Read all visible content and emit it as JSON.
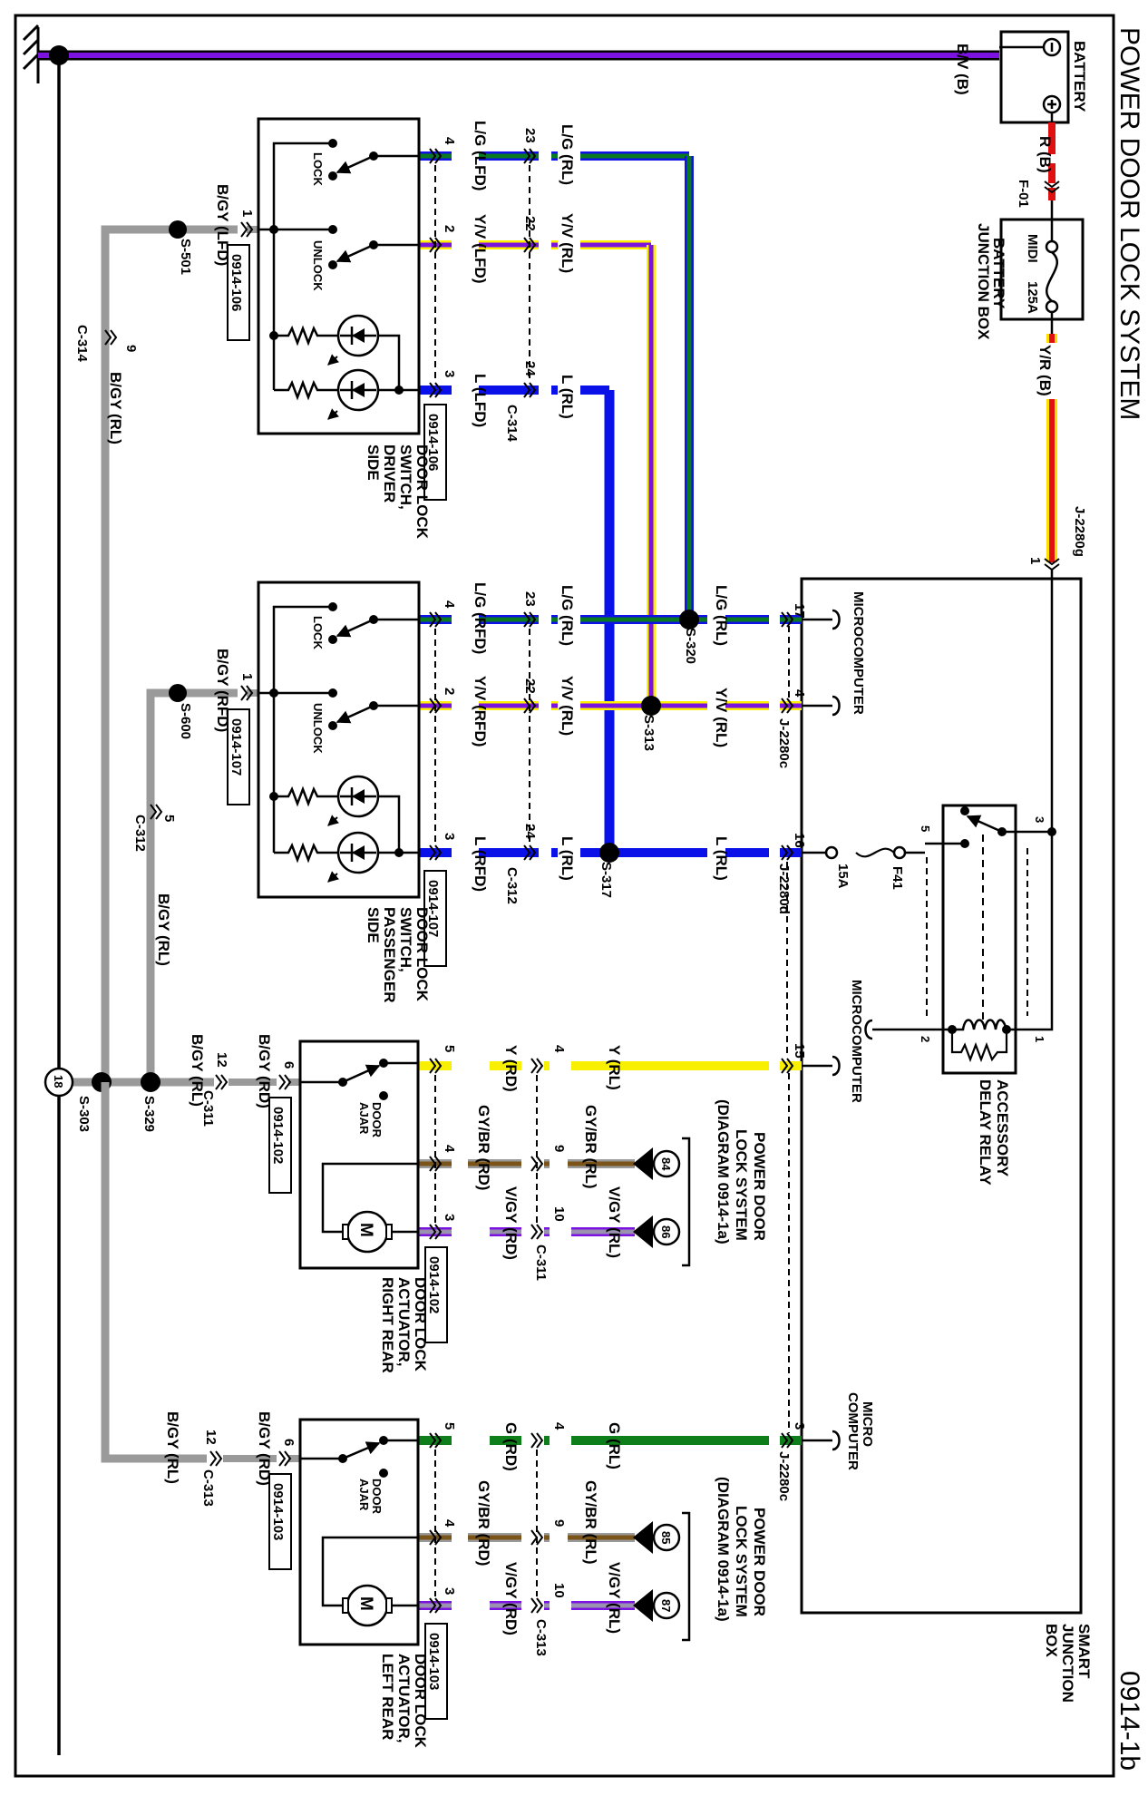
{
  "title": "POWER DOOR LOCK SYSTEM",
  "diagram_id": "0914-1b",
  "colors": {
    "B/V": "#7a12e0",
    "R": "#e01010",
    "Y/R_outer": "#ffe000",
    "L/G_outer": "#1010e8",
    "L/G_inner": "#0a7a20",
    "Y/V_outer": "#fff000",
    "Y/V_inner": "#7a12e0",
    "L": "#0a10e8",
    "Y": "#f8f000",
    "G": "#0e7e1a",
    "GY/BR_outer": "#9a9a9a",
    "GY/BR_inner": "#7a5418",
    "V/GY_outer": "#7a12e0",
    "V/GY_inner": "#9a90b0",
    "B/GY": "#9a9a9a"
  },
  "battery": {
    "label": "BATTERY",
    "neg": "⊖",
    "pos": "⊕",
    "ground_wire": "B/V (B)",
    "pos_wire": "R (B)"
  },
  "battery_junction_box": {
    "label_1": "BATTERY",
    "label_2": "JUNCTION BOX",
    "connector": "F-01",
    "fuse_name": "MIDI",
    "fuse_rating": "125A",
    "out_wire": "Y/R (B)"
  },
  "smart_junction_box": {
    "label_1": "SMART",
    "label_2": "JUNCTION",
    "label_3": "BOX",
    "input_connector": "J-2280g",
    "input_pin": "1",
    "microcomputer_1": "MICROCOMPUTER",
    "microcomputer_2": "MICROCOMPUTER",
    "microcomputer_3a": "MICRO",
    "microcomputer_3b": "COMPUTER",
    "conn_c_1": "J-2280c",
    "conn_d": "J-2280d",
    "conn_c_2": "J-2280c",
    "pin_lg": "17",
    "pin_yv": "4",
    "pin_l": "16",
    "pin_y": "15",
    "pin_g": "3",
    "fuse_name": "F41",
    "fuse_rating": "15A",
    "relay": {
      "label_1": "ACCESSORY",
      "label_2": "DELAY RELAY",
      "pin_1": "1",
      "pin_2": "2",
      "pin_3": "3",
      "pin_5": "5"
    }
  },
  "driver_switch": {
    "label_1": "DOOR LOCK",
    "label_2": "SWITCH,",
    "label_3": "DRIVER",
    "label_4": "SIDE",
    "lock": "LOCK",
    "unlock": "UNLOCK",
    "ref_1": "0914-106",
    "ref_2": "0914-106",
    "pin_gnd": "1",
    "gnd_wire": "B/GY (LFD)",
    "splice": "S-501",
    "pin_lock": "4",
    "pin_unlock": "2",
    "pin_led": "3",
    "wire_lock_local": "L/G (LFD)",
    "wire_unlock_local": "Y/V (LFD)",
    "wire_led_local": "L (LFD)",
    "inline_connector": "C-314",
    "inline_pin_lock": "23",
    "inline_pin_unlock": "22",
    "inline_pin_led": "24",
    "wire_lock_rl": "L/G (RL)",
    "wire_unlock_rl": "Y/V (RL)",
    "wire_led_rl": "L (RL)",
    "gnd_connector": "C-314",
    "gnd_connector_pin": "9",
    "gnd_wire_rl": "B/GY (RL)"
  },
  "passenger_switch": {
    "label_1": "DOOR LOCK",
    "label_2": "SWITCH,",
    "label_3": "PASSENGER",
    "label_4": "SIDE",
    "lock": "LOCK",
    "unlock": "UNLOCK",
    "ref_1": "0914-107",
    "ref_2": "0914-107",
    "pin_gnd": "1",
    "gnd_wire": "B/GY (RFD)",
    "splice": "S-600",
    "pin_lock": "4",
    "pin_unlock": "2",
    "pin_led": "3",
    "wire_lock_local": "L/G (RFD)",
    "wire_unlock_local": "Y/V (RFD)",
    "wire_led_local": "L (RFD)",
    "inline_connector": "C-312",
    "inline_pin_lock": "23",
    "inline_pin_unlock": "22",
    "inline_pin_led": "24",
    "wire_lock_rl": "L/G (RL)",
    "wire_unlock_rl": "Y/V (RL)",
    "wire_led_rl": "L (RL)",
    "gnd_connector": "C-312",
    "gnd_connector_pin": "5",
    "gnd_wire_rl": "B/GY (RL)"
  },
  "splices": {
    "s320": "S-320",
    "s313": "S-313",
    "s317": "S-317",
    "s303": "S-303",
    "s329": "S-329",
    "ground_ref": "18"
  },
  "bus_wires": {
    "lg": "L/G (RL)",
    "yv": "Y/V (RL)",
    "l": "L (RL)"
  },
  "actuator_rr": {
    "label_1": "DOOR LOCK",
    "label_2": "ACTUATOR,",
    "label_3": "RIGHT REAR",
    "ajar_1": "DOOR",
    "ajar_2": "AJAR",
    "motor": "M",
    "ref_1": "0914-102",
    "ref_2": "0914-102",
    "pin_gnd": "6",
    "gnd_wire": "B/GY (RD)",
    "gnd_connector": "C-311",
    "gnd_connector_pin": "12",
    "gnd_wire_rl": "B/GY (RL)",
    "pin_ajar": "5",
    "pin_m1": "4",
    "pin_m2": "3",
    "wire_ajar_local": "Y (RD)",
    "wire_m1_local": "GY/BR (RD)",
    "wire_m2_local": "V/GY (RD)",
    "inline_connector": "C-311",
    "inline_pin_ajar": "4",
    "inline_pin_m1": "9",
    "inline_pin_m2": "10",
    "wire_ajar_rl": "Y (RL)",
    "wire_m1_rl": "GY/BR (RL)",
    "wire_m2_rl": "V/GY (RL)",
    "ref_a": "84",
    "ref_b": "86",
    "ref_text_1": "POWER DOOR",
    "ref_text_2": "LOCK SYSTEM",
    "ref_text_3": "(DIAGRAM 0914-1a)"
  },
  "actuator_lr": {
    "label_1": "DOOR LOCK",
    "label_2": "ACTUATOR,",
    "label_3": "LEFT REAR",
    "ajar_1": "DOOR",
    "ajar_2": "AJAR",
    "motor": "M",
    "ref_1": "0914-103",
    "ref_2": "0914-103",
    "pin_gnd": "6",
    "gnd_wire": "B/GY (RD)",
    "gnd_connector": "C-313",
    "gnd_connector_pin": "12",
    "gnd_wire_rl": "B/GY (RL)",
    "pin_ajar": "5",
    "pin_m1": "4",
    "pin_m2": "3",
    "wire_ajar_local": "G (RD)",
    "wire_m1_local": "GY/BR (RD)",
    "wire_m2_local": "V/GY (RD)",
    "inline_connector": "C-313",
    "inline_pin_ajar": "4",
    "inline_pin_m1": "9",
    "inline_pin_m2": "10",
    "wire_ajar_rl": "G (RL)",
    "wire_m1_rl": "GY/BR (RL)",
    "wire_m2_rl": "V/GY (RL)",
    "ref_a": "85",
    "ref_b": "87",
    "ref_text_1": "POWER DOOR",
    "ref_text_2": "LOCK SYSTEM",
    "ref_text_3": "(DIAGRAM 0914-1a)"
  }
}
